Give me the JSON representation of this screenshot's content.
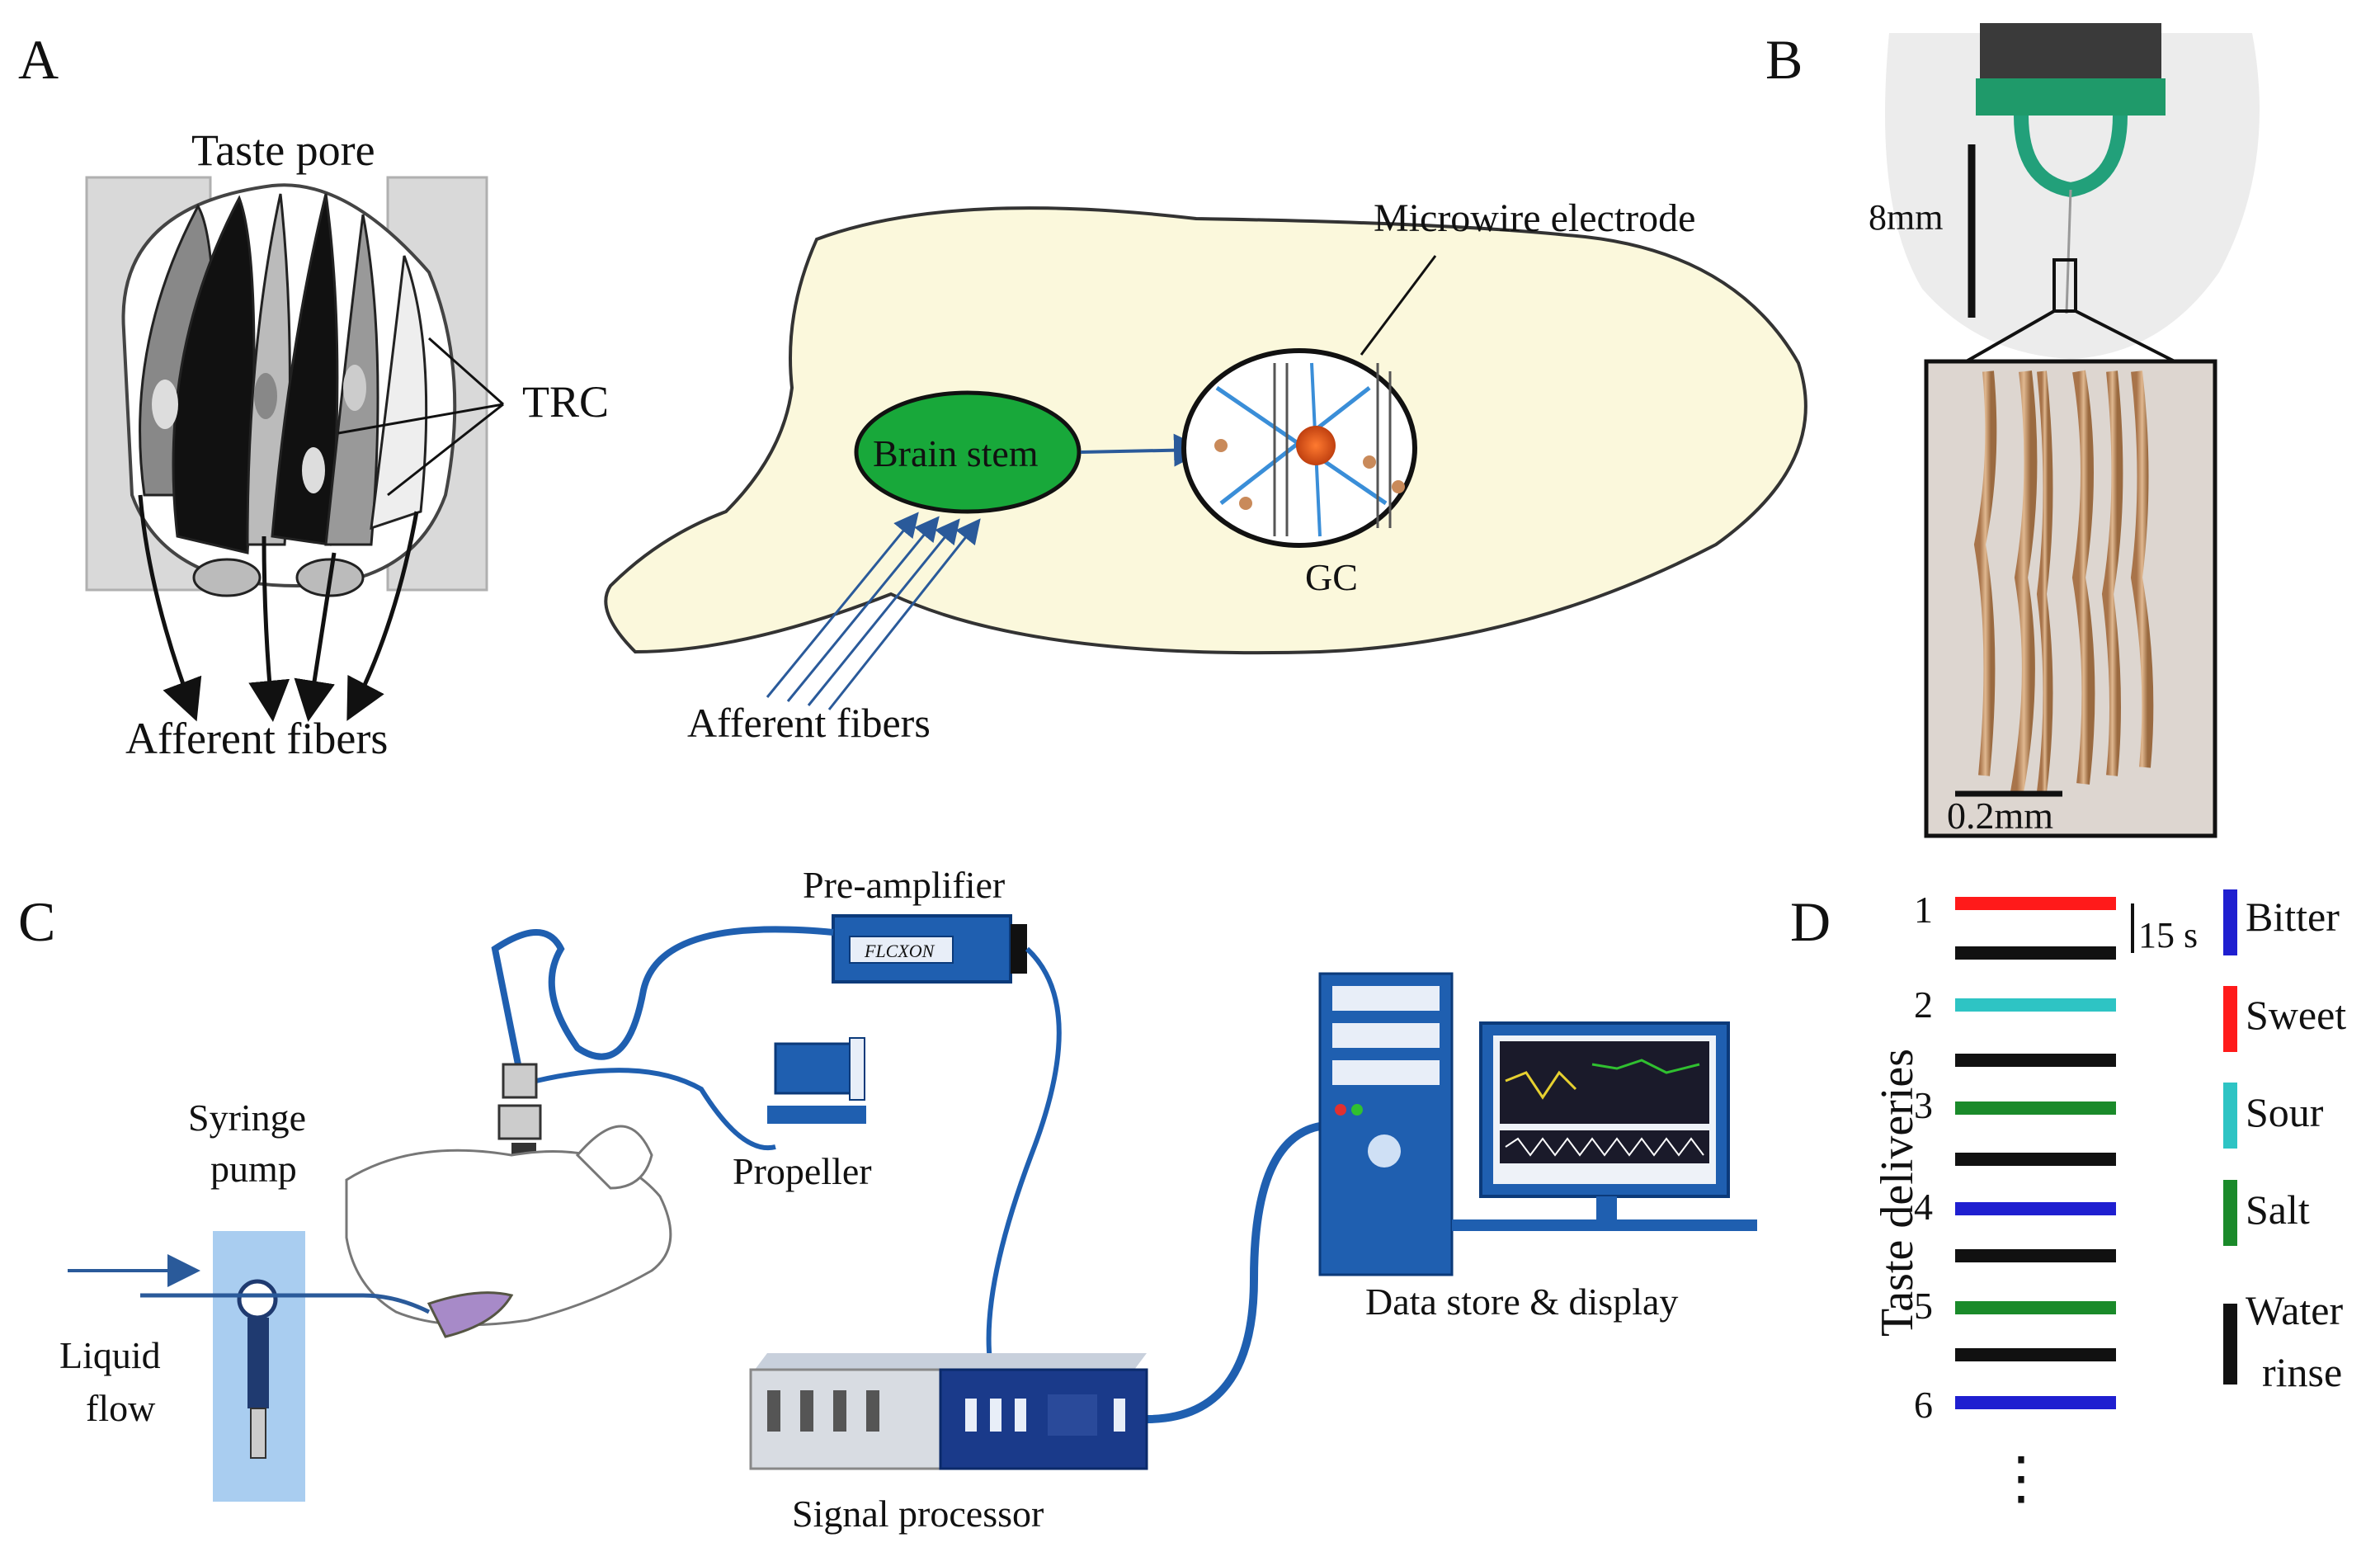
{
  "panel_a": {
    "letter": "A",
    "taste_pore": "Taste pore",
    "trc": "TRC",
    "afferent_fibers": "Afferent fibers"
  },
  "panel_brain": {
    "brain_stem": "Brain stem",
    "microwire": "Microwire electrode",
    "gc": "GC",
    "afferent_fibers": "Afferent fibers"
  },
  "panel_b": {
    "letter": "B",
    "scale_large": "8mm",
    "scale_small": "0.2mm"
  },
  "panel_c": {
    "letter": "C",
    "pre_amplifier": "Pre-amplifier",
    "device_brand": "FLCXON",
    "propeller": "Propeller",
    "syringe_line1": "Syringe",
    "syringe_line2": "pump",
    "liquid_line1": "Liquid",
    "liquid_line2": "flow",
    "signal_processor": "Signal processor",
    "data_store": "Data store & display"
  },
  "panel_d": {
    "letter": "D",
    "axis_label": "Taste deliveries",
    "time_scale": "15 s",
    "deliveries": [
      {
        "n": "1",
        "taste": "Sweet"
      },
      {
        "n": "2",
        "taste": "Sour"
      },
      {
        "n": "3",
        "taste": "Salt"
      },
      {
        "n": "4",
        "taste": "Bitter"
      },
      {
        "n": "5",
        "taste": "Salt"
      },
      {
        "n": "6",
        "taste": "Bitter"
      }
    ],
    "legend": [
      {
        "label": "Bitter",
        "color": "#1f1fd0"
      },
      {
        "label": "Sweet",
        "color": "#ff1a1a"
      },
      {
        "label": "Sour",
        "color": "#2ec4c4"
      },
      {
        "label": "Salt",
        "color": "#1a8a2a"
      },
      {
        "label_line1": "Water",
        "label_line2": "rinse",
        "color": "#111111"
      }
    ],
    "ellipsis": "⋮"
  }
}
